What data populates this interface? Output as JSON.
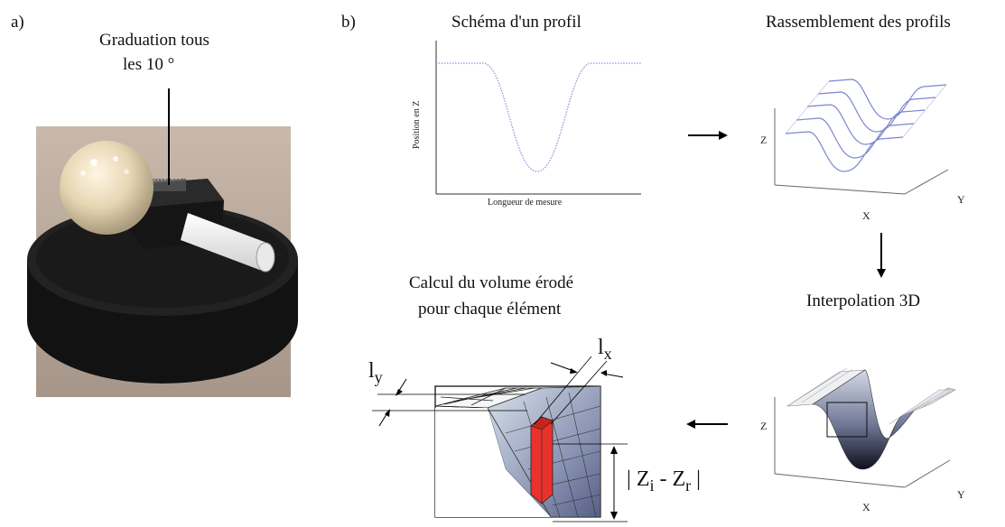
{
  "panel_a": {
    "label": "a)",
    "callout_line1": "Graduation tous",
    "callout_line2": "les 10 °"
  },
  "panel_b": {
    "label": "b)",
    "profile": {
      "title": "Schéma d'un profil",
      "ylabel": "Position en Z",
      "xlabel": "Longueur de mesure"
    },
    "gathering": {
      "title": "Rassemblement des profils",
      "z": "Z",
      "x": "X",
      "y": "Y"
    },
    "interpolation": {
      "title": "Interpolation 3D",
      "z": "Z",
      "x": "X",
      "y": "Y"
    },
    "volume": {
      "title_line1": "Calcul du volume érodé",
      "title_line2": "pour chaque élément",
      "ly": "l",
      "ly_sub": "y",
      "lx": "l",
      "lx_sub": "x",
      "z_i": "Z",
      "z_i_sub": "i",
      "minus": " - ",
      "z_r": "Z",
      "z_r_sub": "r"
    }
  },
  "colors": {
    "profile_curve": "#8a9ad6",
    "mesh_fill": "#b9c2d4",
    "mesh_dark": "#5a6386",
    "element_red": "#e8322c",
    "photo_bg": "#b8a89a",
    "base_black": "#181818"
  }
}
